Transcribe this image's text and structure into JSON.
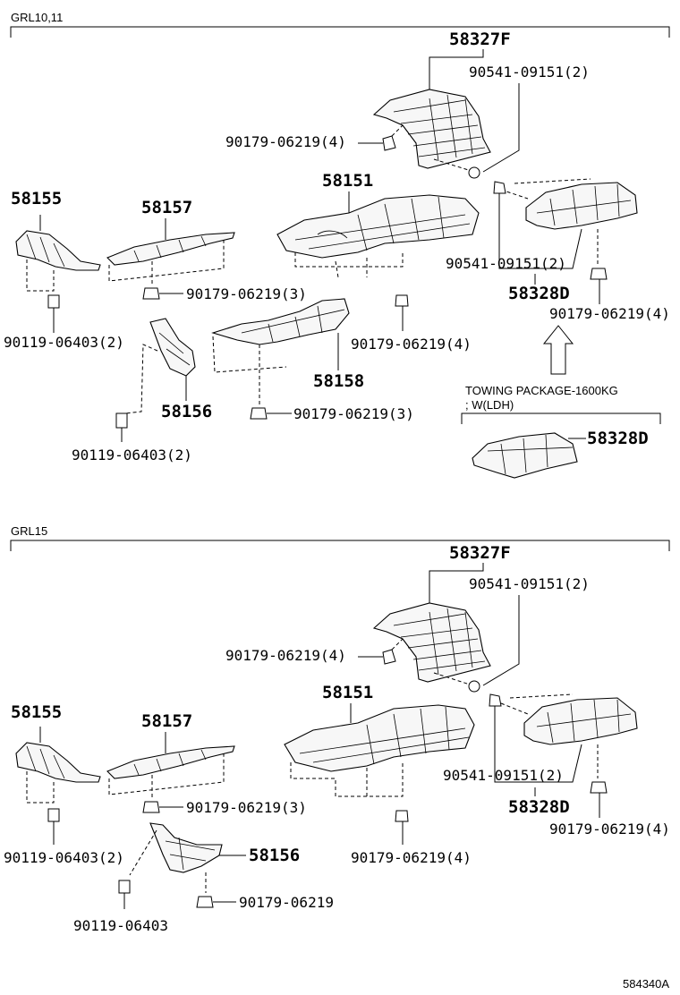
{
  "sections": [
    {
      "header": "GRL10,11",
      "labels": {
        "p58327F": "58327F",
        "p90541_a": "90541-09151(2)",
        "p90179_a": "90179-06219(4)",
        "p58151": "58151",
        "p58155": "58155",
        "p58157": "58157",
        "p90179_b": "90179-06219(3)",
        "p90119_a": "90119-06403(2)",
        "p90541_b": "90541-09151(2)",
        "p58328D": "58328D",
        "p90179_c": "90179-06219(4)",
        "p90179_d": "90179-06219(4)",
        "p58158": "58158",
        "p58156": "58156",
        "p90179_e": "90179-06219(3)",
        "p90119_b": "90119-06403(2)"
      },
      "towing": {
        "line1": "TOWING PACKAGE-1600KG",
        "line2": "; W(LDH)",
        "part": "58328D"
      }
    },
    {
      "header": "GRL15",
      "labels": {
        "p58327F": "58327F",
        "p90541_a": "90541-09151(2)",
        "p90179_a": "90179-06219(4)",
        "p58151": "58151",
        "p58155": "58155",
        "p58157": "58157",
        "p90179_b": "90179-06219(3)",
        "p90119_a": "90119-06403(2)",
        "p90541_b": "90541-09151(2)",
        "p58328D": "58328D",
        "p90179_c": "90179-06219(4)",
        "p90179_d": "90179-06219(4)",
        "p58156": "58156",
        "p90179_e": "90179-06219",
        "p90119_b": "90119-06403"
      }
    }
  ],
  "footer_code": "584340A"
}
